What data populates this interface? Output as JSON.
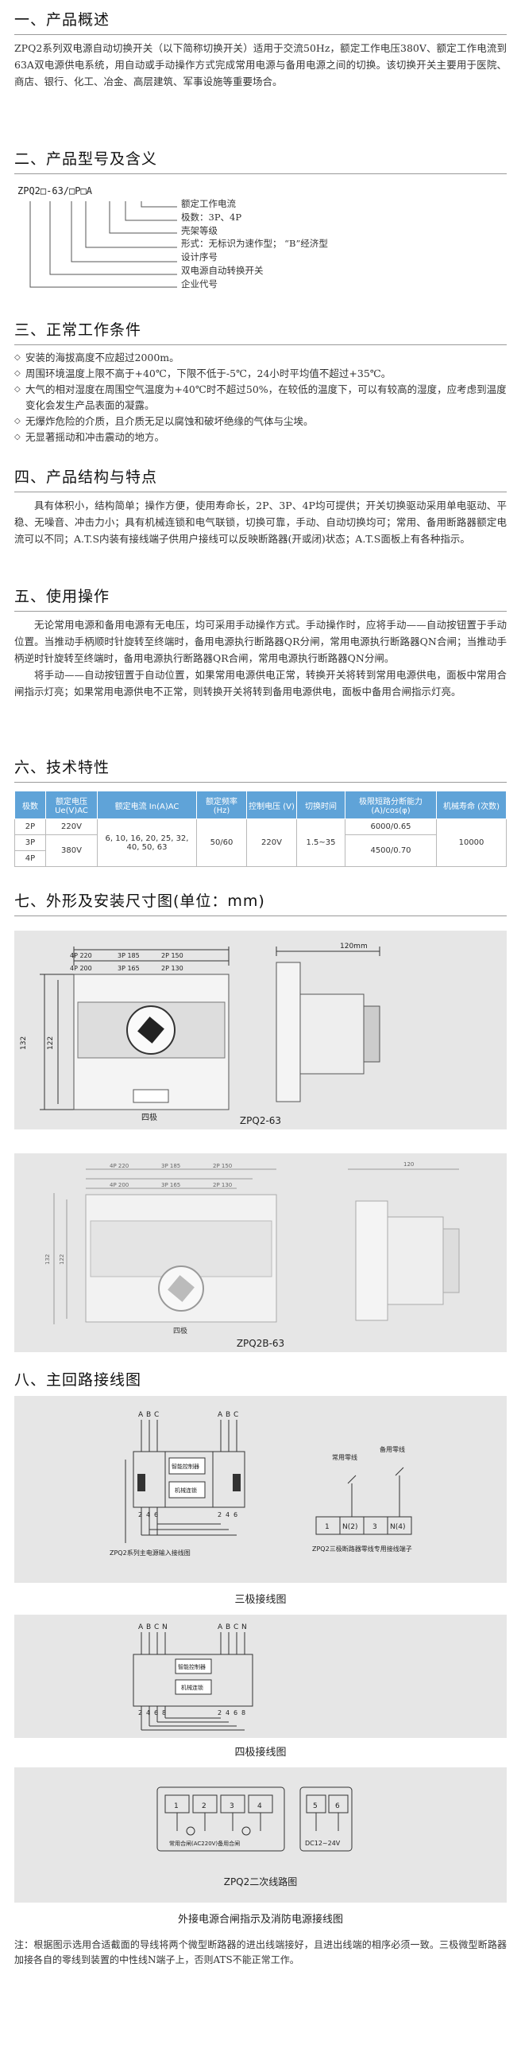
{
  "s1": {
    "title": "一、产品概述",
    "body": "ZPQ2系列双电源自动切换开关（以下简称切换开关）适用于交流50Hz，额定工作电压380V、额定工作电流到63A双电源供电系统，用自动或手动操作方式完成常用电源与备用电源之间的切换。该切换开关主要用于医院、商店、银行、化工、冶金、高层建筑、军事设施等重要场合。"
  },
  "s2": {
    "title": "二、产品型号及含义",
    "model": "ZPQ2□-63/□P□A",
    "items": [
      "额定工作电流",
      "极数：3P、4P",
      "壳架等级",
      "形式：无标识为速作型； “B”经济型",
      "设计序号",
      "双电源自动转换开关",
      "企业代号"
    ]
  },
  "s3": {
    "title": "三、正常工作条件",
    "items": [
      "安装的海拔高度不应超过2000m。",
      "周围环境温度上限不高于+40℃，下限不低于-5℃，24小时平均值不超过+35℃。",
      "大气的相对湿度在周围空气温度为+40℃时不超过50%，在较低的温度下，可以有较高的湿度，应考虑到温度变化会发生产品表面的凝露。",
      "无爆炸危险的介质，且介质无足以腐蚀和破坏绝缘的气体与尘埃。",
      "无显著摇动和冲击震动的地方。"
    ]
  },
  "s4": {
    "title": "四、产品结构与特点",
    "body": "具有体积小，结构简单；操作方便，使用寿命长，2P、3P、4P均可提供；开关切换驱动采用单电驱动、平稳、无噪音、冲击力小；具有机械连锁和电气联锁，切换可靠，手动、自动切换均可；常用、备用断路器额定电流可以不同；A.T.S内装有接线端子供用户接线可以反映断路器(开或闭)状态；A.T.S面板上有各种指示。"
  },
  "s5": {
    "title": "五、使用操作",
    "p1": "无论常用电源和备用电源有无电压，均可采用手动操作方式。手动操作时，应将手动——自动按钮置于手动位置。当推动手柄顺时针旋转至终端时，备用电源执行断路器QR分闸，常用电源执行断路器QN合闸；当推动手柄逆时针旋转至终端时，备用电源执行断路器QR合闸，常用电源执行断路器QN分闸。",
    "p2": "将手动——自动按钮置于自动位置，如果常用电源供电正常，转换开关将转到常用电源供电，面板中常用合闸指示灯亮；如果常用电源供电不正常，则转换开关将转到备用电源供电，面板中备用合闸指示灯亮。"
  },
  "s6": {
    "title": "六、技术特性",
    "headers": [
      "极数",
      "额定电压 Ue(V)AC",
      "额定电流 In(A)AC",
      "额定频率 (Hz)",
      "控制电压 (V)",
      "切换时间",
      "极限短路分断能力 (A)/cos(φ)",
      "机械寿命 (次数)"
    ],
    "poles": [
      "2P",
      "3P",
      "4P"
    ],
    "voltage_2p": "220V",
    "voltage_34p": "380V",
    "current": "6, 10, 16, 20, 25, 32, 40, 50, 63",
    "freq": "50/60",
    "control": "220V",
    "time": "1.5~35",
    "break_a": "6000/0.65",
    "break_b": "4500/0.70",
    "life": "10000"
  },
  "s7": {
    "title": "七、外形及安装尺寸图(单位：mm)",
    "d1": {
      "dims_top": [
        "4P 220",
        "3P 185",
        "2P 150"
      ],
      "dims_bot": [
        "4P 200",
        "3P 165",
        "2P 130"
      ],
      "h1": "132",
      "h2": "122",
      "side": "120mm",
      "label": "四极",
      "model": "ZPQ2-63"
    },
    "d2": {
      "dims_top": [
        "4P 220",
        "3P 185",
        "2P 150"
      ],
      "dims_bot": [
        "4P 200",
        "3P 165",
        "2P 130"
      ],
      "h1": "132",
      "h2": "122",
      "side": "120",
      "label": "四极",
      "model": "ZPQ2B-63"
    }
  },
  "s8": {
    "title": "八、主回路接线图",
    "w1": {
      "phases": [
        "A",
        "B",
        "C"
      ],
      "box1": "智能控制器",
      "box2": "机械连锁",
      "nums": [
        "2",
        "4",
        "6"
      ],
      "cap_left": "ZPQ2系列主电源输入接线图",
      "v1": "常用零线",
      "v2": "备用零线",
      "terms": [
        "1",
        "N(2)",
        "3",
        "N(4)"
      ],
      "cap_right": "ZPQ2三极断路器零线专用接线端子",
      "title": "三极接线图"
    },
    "w2": {
      "phases": [
        "A",
        "B",
        "C",
        "N"
      ],
      "box1": "智能控制器",
      "box2": "机械连锁",
      "nums": [
        "2",
        "4",
        "6",
        "8"
      ],
      "title": "四极接线图"
    },
    "w3": {
      "terms_a": [
        "1",
        "2",
        "3",
        "4"
      ],
      "terms_b": [
        "5",
        "6"
      ],
      "lbl_a": "常用合闸(AC220V)备用合闸",
      "lbl_b": "DC12~24V",
      "model": "ZPQ2二次线路图",
      "title": "外接电源合闸指示及消防电源接线图"
    }
  },
  "note": "注：根据图示选用合适截面的导线将两个微型断路器的进出线端接好，且进出线端的相序必须一致。三极微型断路器加接各自的零线到装置的中性线N端子上，否则ATS不能正常工作。"
}
